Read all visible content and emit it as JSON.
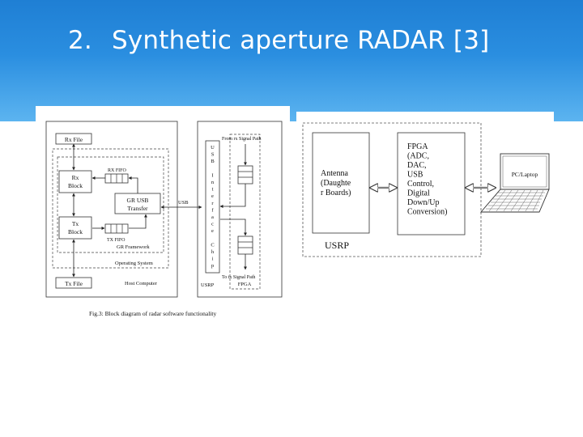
{
  "slide": {
    "title_number": "2.",
    "title_text": "Synthetic aperture RADAR [3]"
  },
  "left_diagram": {
    "rx_file": "Rx File",
    "tx_file": "Tx File",
    "rx_block": [
      "Rx",
      "Block"
    ],
    "tx_block": [
      "Tx",
      "Block"
    ],
    "rx_fifo": "RX FIFO",
    "tx_fifo": "TX FIFO",
    "gr_usb": [
      "GR USB",
      "Transfer"
    ],
    "gr_framework": "GR Framework",
    "operating_system": "Operating System",
    "host_computer": "Host Computer",
    "usb_label": "USB",
    "usb_chip_letters": [
      "U",
      "S",
      "B",
      "",
      "I",
      "n",
      "t",
      "e",
      "r",
      "f",
      "a",
      "c",
      "e",
      "",
      "C",
      "h",
      "i",
      "p"
    ],
    "usrp": "USRP",
    "fpga": "FPGA",
    "from_rx": "From rx Signal Path",
    "to_tx": "To tx Signal Path",
    "caption": "Fig.3: Block diagram of radar software functionality"
  },
  "right_diagram": {
    "antenna": [
      "Antenna",
      "(Daughte",
      "r Boards)"
    ],
    "fpga": [
      "FPGA",
      "(ADC,",
      "DAC,",
      "USB",
      "Control,",
      "Digital",
      "Down/Up",
      "Conversion)"
    ],
    "pc_laptop": "PC/Laptop",
    "usrp": "USRP"
  }
}
